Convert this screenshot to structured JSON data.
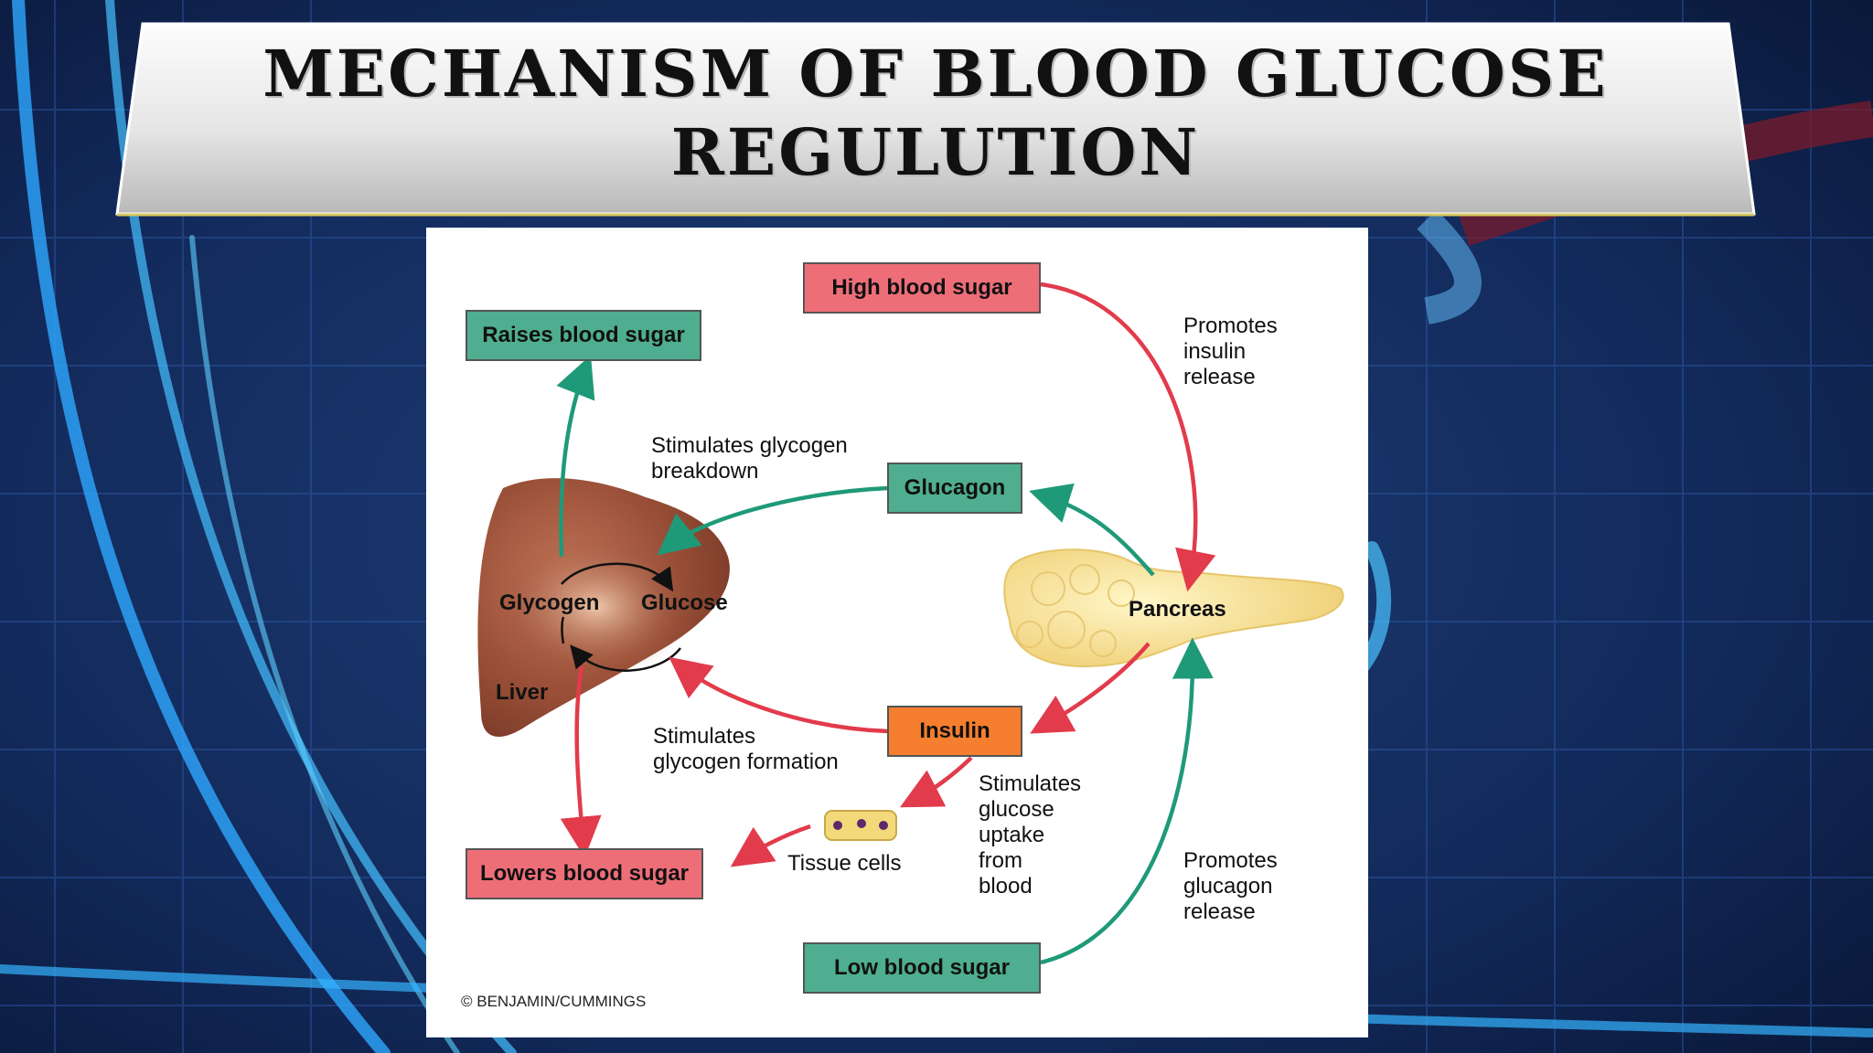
{
  "slide": {
    "title": "Mechanism of blood glucose regulution"
  },
  "diagram": {
    "boxes": {
      "high_blood_sugar": "High blood sugar",
      "raises_blood_sugar": "Raises blood sugar",
      "glucagon": "Glucagon",
      "insulin": "Insulin",
      "lowers_blood_sugar": "Lowers blood sugar",
      "low_blood_sugar": "Low blood sugar"
    },
    "labels": {
      "promotes_insulin": "Promotes\ninsulin\nrelease",
      "stimulates_breakdown": "Stimulates glycogen\nbreakdown",
      "glycogen": "Glycogen",
      "glucose": "Glucose",
      "liver": "Liver",
      "pancreas": "Pancreas",
      "stimulates_formation": "Stimulates\nglycogen formation",
      "stimulates_uptake": "Stimulates\nglucose\nuptake\nfrom\nblood",
      "tissue_cells": "Tissue cells",
      "promotes_glucagon": "Promotes\nglucagon\nrelease"
    },
    "credit": "© BENJAMIN/CUMMINGS"
  },
  "colors": {
    "red_arrow": "#e23b4b",
    "green_arrow": "#1f9a78",
    "pink_box": "#ee6e78",
    "green_box": "#4fae90",
    "orange_box": "#f57e2f",
    "liver": "#9a5038",
    "pancreas": "#f6e08f"
  }
}
